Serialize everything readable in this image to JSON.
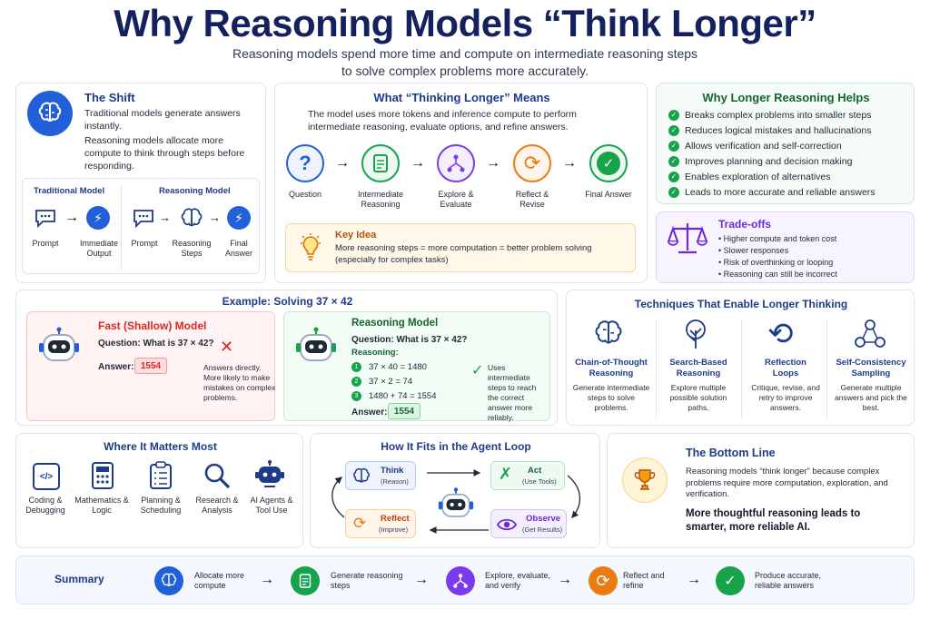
{
  "header": {
    "title": "Why Reasoning Models “Think Longer”",
    "sub1": "Reasoning models spend more time and compute on intermediate reasoning steps",
    "sub2": "to solve complex problems more accurately."
  },
  "shift": {
    "title": "The Shift",
    "p1": "Traditional models generate answers instantly.",
    "p2": "Reasoning models allocate more compute to think through steps before responding.",
    "trad_title": "Traditional Model",
    "reas_title": "Reasoning Model",
    "trad": [
      "Prompt",
      "Immediate Output"
    ],
    "reas": [
      "Prompt",
      "Reasoning Steps",
      "Final Answer"
    ]
  },
  "means": {
    "title": "What “Thinking Longer” Means",
    "desc": "The model uses more tokens and inference compute to perform intermediate reasoning, evaluate options, and refine answers.",
    "steps": [
      "Question",
      "Intermediate Reasoning",
      "Explore & Evaluate",
      "Reflect & Revise",
      "Final Answer"
    ],
    "key_title": "Key Idea",
    "key_text": "More reasoning steps = more computation = better problem solving (especially for complex tasks)"
  },
  "helps": {
    "title": "Why Longer Reasoning Helps",
    "items": [
      "Breaks complex problems into smaller steps",
      "Reduces logical mistakes and hallucinations",
      "Allows verification and self-correction",
      "Improves planning and decision making",
      "Enables exploration of alternatives",
      "Leads to more accurate and reliable answers"
    ]
  },
  "tradeoffs": {
    "title": "Trade-offs",
    "items": [
      "Higher compute and token cost",
      "Slower responses",
      "Risk of overthinking or looping",
      "Reasoning can still be incorrect"
    ]
  },
  "example": {
    "title": "Example: Solving 37 × 42",
    "fast_title": "Fast (Shallow) Model",
    "fast_q": "Question: What is 37 × 42?",
    "fast_a_label": "Answer:",
    "fast_a": "1554",
    "fast_note": "Answers directly. More likely to make mistakes on complex problems.",
    "reas_title": "Reasoning Model",
    "reas_q": "Question: What is 37 × 42?",
    "reas_label": "Reasoning:",
    "steps": [
      "37 × 40 = 1480",
      "37 × 2 = 74",
      "1480 + 74 = 1554"
    ],
    "step_nums": [
      "1",
      "2",
      "3"
    ],
    "reas_a_label": "Answer:",
    "reas_a": "1554",
    "reas_note": "Uses intermediate steps to reach the correct answer more reliably."
  },
  "techniques": {
    "title": "Techniques That Enable Longer Thinking",
    "items": [
      {
        "name": "Chain-of-Thought Reasoning",
        "desc": "Generate intermediate steps to solve problems."
      },
      {
        "name": "Search-Based Reasoning",
        "desc": "Explore multiple possible solution paths."
      },
      {
        "name": "Reflection Loops",
        "desc": "Critique, revise, and retry to improve answers."
      },
      {
        "name": "Self-Consistency Sampling",
        "desc": "Generate multiple answers and pick the best."
      }
    ]
  },
  "matters": {
    "title": "Where It Matters Most",
    "items": [
      "Coding & Debugging",
      "Mathematics & Logic",
      "Planning & Scheduling",
      "Research & Analysis",
      "AI Agents & Tool Use"
    ]
  },
  "agent": {
    "title": "How It Fits in the Agent Loop",
    "think": "Think",
    "think_s": "(Reason)",
    "act": "Act",
    "act_s": "(Use Tools)",
    "observe": "Observe",
    "observe_s": "(Get Results)",
    "reflect": "Reflect",
    "reflect_s": "(Improve)"
  },
  "bottom": {
    "title": "The Bottom Line",
    "text": "Reasoning models “think longer” because complex problems require more computation, exploration, and verification.",
    "bold": "More thoughtful reasoning leads to smarter, more reliable AI."
  },
  "summary": {
    "title": "Summary",
    "items": [
      "Allocate more compute",
      "Generate reasoning steps",
      "Explore, evaluate, and verify",
      "Reflect and refine",
      "Produce accurate, reliable answers"
    ]
  },
  "colors": {
    "navy": "#14215e",
    "blue": "#1d4ed8",
    "green": "#16a34a",
    "purple": "#7c3aed",
    "orange": "#ea7a12",
    "red": "#dc2626"
  }
}
